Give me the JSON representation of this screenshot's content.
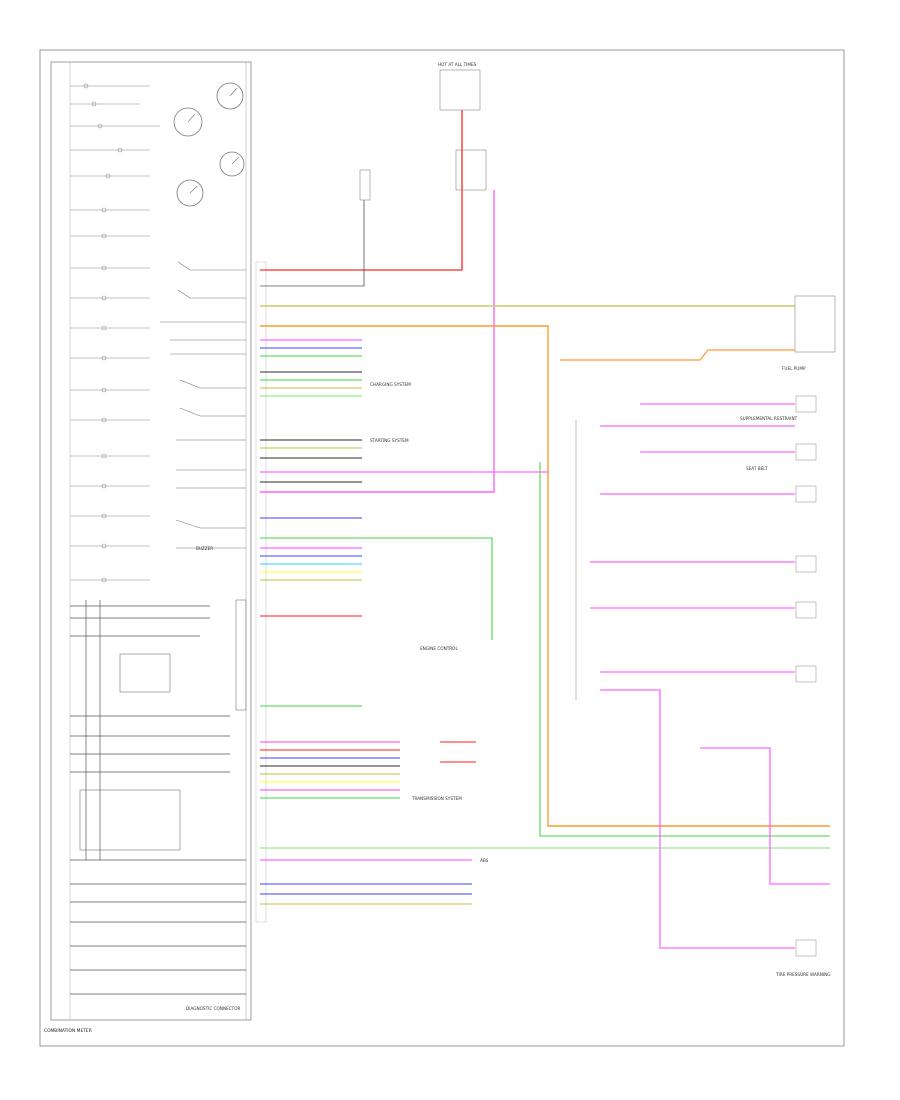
{
  "colors": {
    "red": "#ff4d4d",
    "pink": "#ff66ff",
    "orange": "#ff9933",
    "yellow_green": "#cccc66",
    "green": "#66dd66",
    "blue": "#6666ff",
    "cyan": "#55ddee",
    "yellow": "#ffff55",
    "lt_green": "#99ee88",
    "black": "#555555"
  },
  "labels": {
    "instrument_cluster": "COMBINATION METER",
    "footer_left": "",
    "diag_connector": "DIAGNOSTIC CONNECTOR",
    "top_fuse": "HOT AT ALL TIMES",
    "warning_buzzer": "BUZZER",
    "transmission": "TRANSMISSION SYSTEM",
    "abs": "ABS",
    "fuel_pump": "FUEL PUMP",
    "tire_pressure": "TIRE PRESSURE WARNING",
    "starting_system": "STARTING SYSTEM",
    "charging_system": "CHARGING SYSTEM",
    "engine_control": "ENGINE CONTROL",
    "airbag": "SUPPLEMENTAL RESTRAINT",
    "seat_belt": "SEAT BELT"
  }
}
